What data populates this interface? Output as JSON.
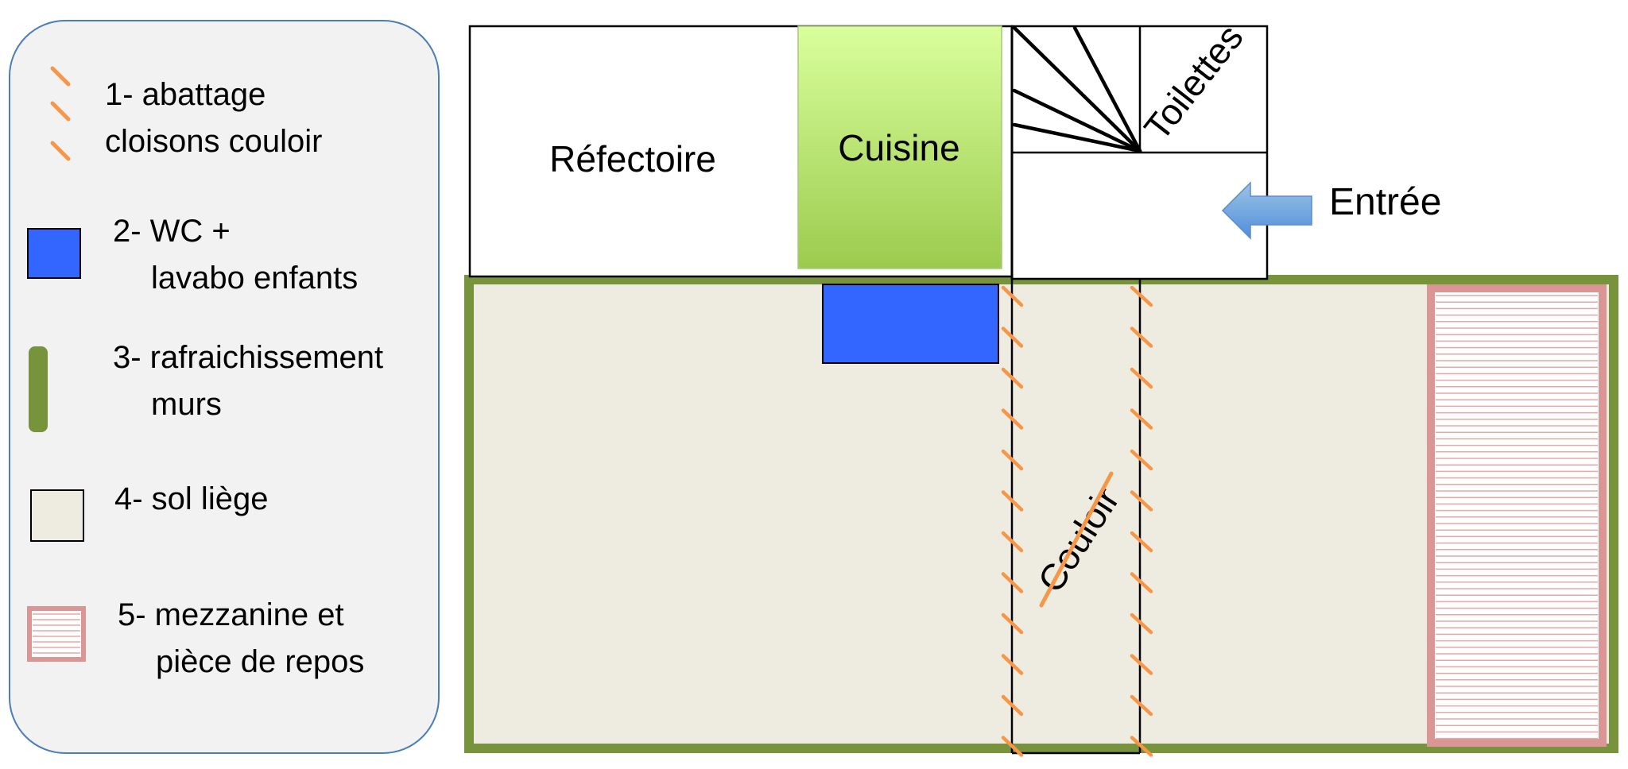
{
  "legend": {
    "items": [
      {
        "label_lines": [
          "1- abattage",
          "cloisons couloir"
        ]
      },
      {
        "label_lines": [
          "2- WC +",
          "lavabo enfants"
        ]
      },
      {
        "label_lines": [
          "3- rafraichissement",
          "murs"
        ]
      },
      {
        "label_lines": [
          "4- sol liège"
        ]
      },
      {
        "label_lines": [
          "5- mezzanine et",
          "pièce de repos"
        ]
      }
    ]
  },
  "rooms": {
    "refectoire": "Réfectoire",
    "cuisine": "Cuisine",
    "toilettes": "Toilettes",
    "entree": "Entrée",
    "couloir": "Couloir"
  },
  "colors": {
    "demolition": "#f79646",
    "wc": "#3366ff",
    "walls": "#77933c",
    "floor": "#eeece1",
    "mezzanine_border": "#da9694",
    "mezzanine_line": "#e6a8a5",
    "kitchen_top": "#d9ff9c",
    "kitchen_bottom": "#9bcb4e",
    "arrow_top": "#9dc3e6",
    "arrow_bottom": "#4f8fd9",
    "legend_bg": "#f2f2f2",
    "legend_border": "#4a7ebb"
  }
}
